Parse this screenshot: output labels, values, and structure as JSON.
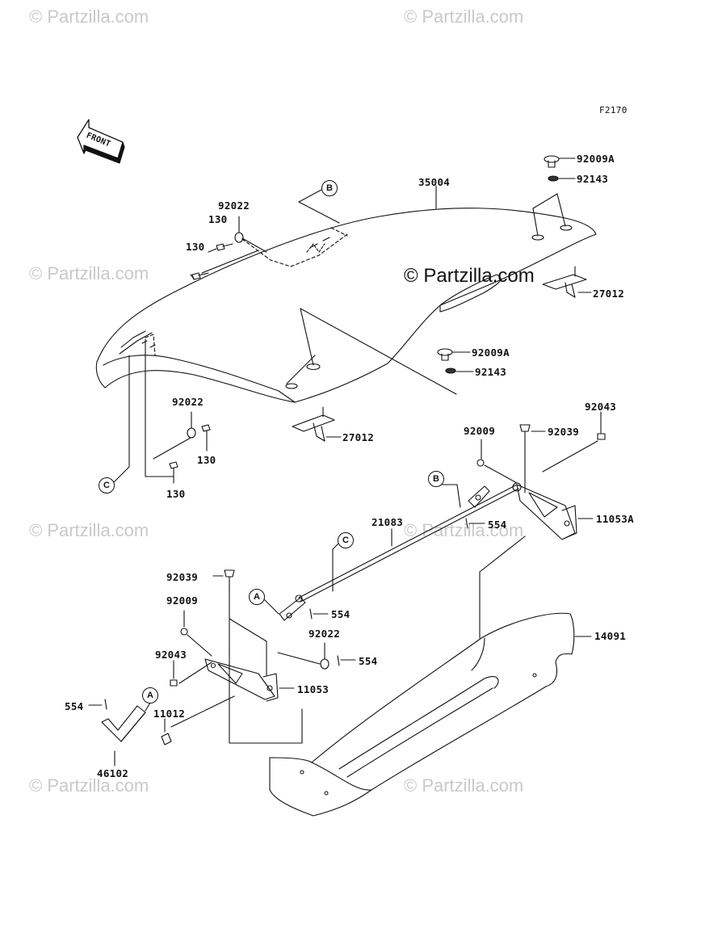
{
  "figure_code": "F2170",
  "front_arrow_text": "FRONT",
  "watermark_text": "© Partzilla.com",
  "center_watermark_text": "© Partzilla.com",
  "callouts": {
    "A": "A",
    "B": "B",
    "C": "C"
  },
  "parts": {
    "p_92009A_top": "92009A",
    "p_92143_top": "92143",
    "p_35004": "35004",
    "p_92022_top": "92022",
    "p_130_a": "130",
    "p_130_b": "130",
    "p_27012_right": "27012",
    "p_92009A_mid": "92009A",
    "p_92143_mid": "92143",
    "p_92022_mid": "92022",
    "p_130_c": "130",
    "p_130_d": "130",
    "p_27012_mid": "27012",
    "p_92043_right": "92043",
    "p_92009_right": "92009",
    "p_92039_right": "92039",
    "p_11053A": "11053A",
    "p_21083": "21083",
    "p_554_a": "554",
    "p_92039_left": "92039",
    "p_554_b": "554",
    "p_92009_left": "92009",
    "p_92022_low": "92022",
    "p_554_c": "554",
    "p_92043_left": "92043",
    "p_11053": "11053",
    "p_14091": "14091",
    "p_554_d": "554",
    "p_11012": "11012",
    "p_46102": "46102"
  }
}
